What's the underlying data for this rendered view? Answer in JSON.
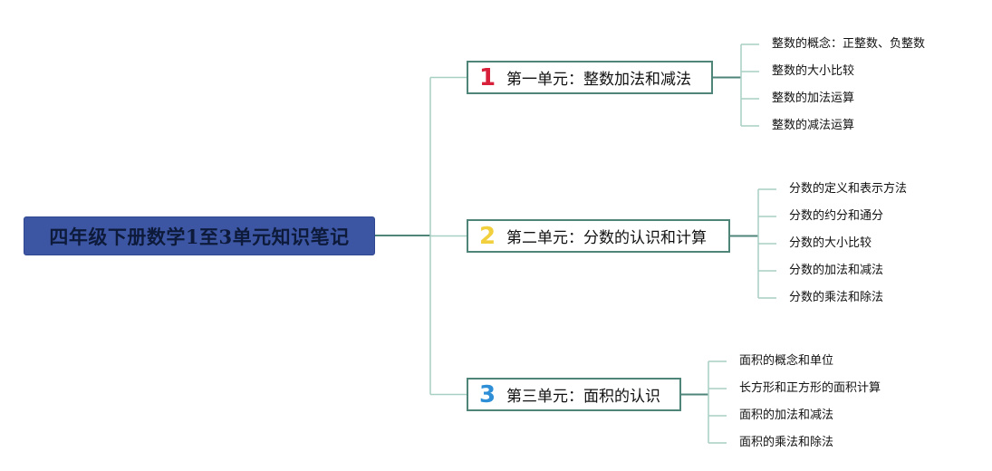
{
  "root": {
    "title": "四年级下册数学1至3单元知识笔记"
  },
  "colors": {
    "root_fill": "#3d56a4",
    "unit_border": "#4f8578",
    "connector": "#a8cfc4",
    "unit1_number": "#d8203a",
    "unit2_number": "#f2cf3c",
    "unit3_number": "#2f8fd6"
  },
  "units": [
    {
      "number": "1",
      "label": "第一单元：整数加法和减法",
      "topics": [
        "整数的概念：正整数、负整数",
        "整数的大小比较",
        "整数的加法运算",
        "整数的减法运算"
      ]
    },
    {
      "number": "2",
      "label": "第二单元：分数的认识和计算",
      "topics": [
        "分数的定义和表示方法",
        "分数的约分和通分",
        "分数的大小比较",
        "分数的加法和减法",
        "分数的乘法和除法"
      ]
    },
    {
      "number": "3",
      "label": "第三单元：面积的认识",
      "topics": [
        "面积的概念和单位",
        "长方形和正方形的面积计算",
        "面积的加法和减法",
        "面积的乘法和除法"
      ]
    }
  ]
}
